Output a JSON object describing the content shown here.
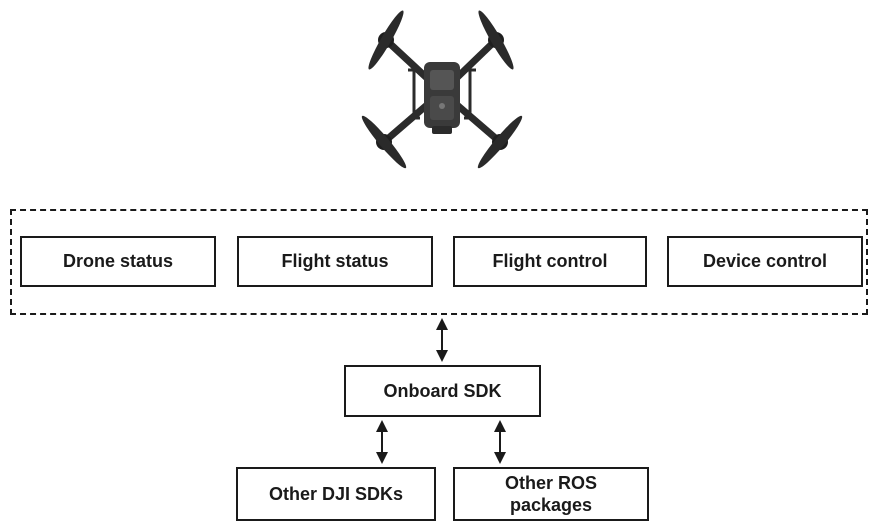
{
  "modules": {
    "drone_status": "Drone status",
    "flight_status": "Flight status",
    "flight_control": "Flight control",
    "device_control": "Device control"
  },
  "onboard_sdk": "Onboard SDK",
  "other_dji_sdks": "Other DJI SDKs",
  "other_ros_packages": {
    "line1": "Other ROS",
    "line2": "packages"
  },
  "colors": {
    "stroke": "#1a1a1a",
    "drone_body": "#3a3a3a",
    "drone_arm": "#2b2b2b"
  },
  "icons": {
    "drone": "quadcopter-drone-icon"
  }
}
